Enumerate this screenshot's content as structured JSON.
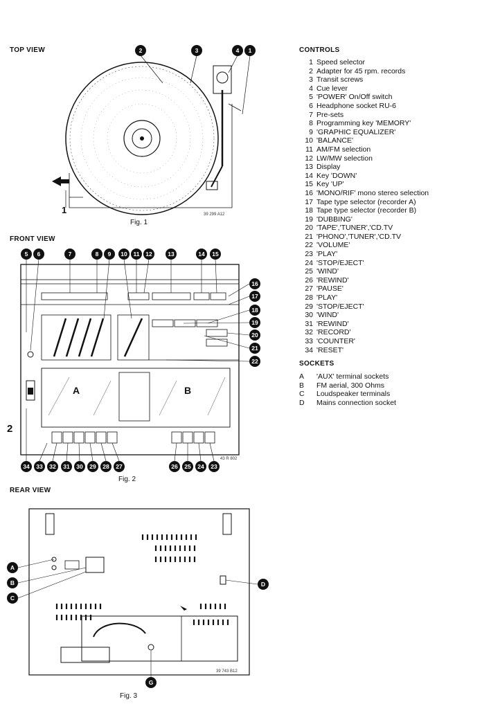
{
  "top_view": {
    "title": "TOP VIEW",
    "caption": "Fig. 1",
    "code": "39 299 A12",
    "label_1": "1",
    "callouts": [
      "2",
      "3",
      "4",
      "1"
    ]
  },
  "front_view": {
    "title": "FRONT VIEW",
    "caption": "Fig. 2",
    "code": "43 R 802",
    "fig_number": "2",
    "deck_a": "A",
    "deck_b": "B",
    "callouts_top": [
      "5",
      "6",
      "7",
      "8",
      "9",
      "10",
      "11",
      "12",
      "13",
      "14",
      "15"
    ],
    "callouts_right": [
      "16",
      "17",
      "18",
      "19",
      "20",
      "21",
      "22"
    ],
    "callouts_bottom": [
      "34",
      "33",
      "32",
      "31",
      "30",
      "29",
      "28",
      "27",
      "26",
      "25",
      "24",
      "23"
    ]
  },
  "rear_view": {
    "title": "REAR VIEW",
    "caption": "Fig. 3",
    "code": "39 743 B12",
    "callouts": [
      "A",
      "B",
      "C",
      "D",
      "G"
    ]
  },
  "controls": {
    "title": "CONTROLS",
    "items": [
      {
        "num": "1",
        "label": "Speed selector"
      },
      {
        "num": "2",
        "label": "Adapter for 45 rpm. records"
      },
      {
        "num": "3",
        "label": "Transit screws"
      },
      {
        "num": "4",
        "label": "Cue lever"
      },
      {
        "num": "5",
        "label": "'POWER' On/Off switch"
      },
      {
        "num": "6",
        "label": "Headphone socket RU-6"
      },
      {
        "num": "7",
        "label": "Pre-sets"
      },
      {
        "num": "8",
        "label": "Programming key 'MEMORY'"
      },
      {
        "num": "9",
        "label": "'GRAPHIC EQUALIZER'"
      },
      {
        "num": "10",
        "label": "'BALANCE'"
      },
      {
        "num": "11",
        "label": "AM/FM selection"
      },
      {
        "num": "12",
        "label": "LW/MW selection"
      },
      {
        "num": "13",
        "label": "Display"
      },
      {
        "num": "14",
        "label": "Key 'DOWN'"
      },
      {
        "num": "15",
        "label": "Key 'UP'"
      },
      {
        "num": "16",
        "label": "'MONO/RIF' mono stereo selection"
      },
      {
        "num": "17",
        "label": "Tape type selector (recorder A)"
      },
      {
        "num": "18",
        "label": "Tape type selector (recorder B)"
      },
      {
        "num": "19",
        "label": "'DUBBING'"
      },
      {
        "num": "20",
        "label": "'TAPE','TUNER','CD.TV"
      },
      {
        "num": "21",
        "label": "'PHONO','TUNER','CD.TV"
      },
      {
        "num": "22",
        "label": "'VOLUME'"
      },
      {
        "num": "23",
        "label": "'PLAY'"
      },
      {
        "num": "24",
        "label": "'STOP/EJECT'"
      },
      {
        "num": "25",
        "label": "'WIND'"
      },
      {
        "num": "26",
        "label": "'REWIND'"
      },
      {
        "num": "27",
        "label": "'PAUSE'"
      },
      {
        "num": "28",
        "label": "'PLAY'"
      },
      {
        "num": "29",
        "label": "'STOP/EJECT'"
      },
      {
        "num": "30",
        "label": "'WIND'"
      },
      {
        "num": "31",
        "label": "'REWIND'"
      },
      {
        "num": "32",
        "label": "'RECORD'"
      },
      {
        "num": "33",
        "label": "'COUNTER'"
      },
      {
        "num": "34",
        "label": "'RESET'"
      }
    ]
  },
  "sockets": {
    "title": "SOCKETS",
    "items": [
      {
        "num": "A",
        "label": "'AUX' terminal sockets"
      },
      {
        "num": "B",
        "label": "FM aerial, 300 Ohms"
      },
      {
        "num": "C",
        "label": "Loudspeaker terminals"
      },
      {
        "num": "D",
        "label": "Mains connection socket"
      }
    ]
  }
}
